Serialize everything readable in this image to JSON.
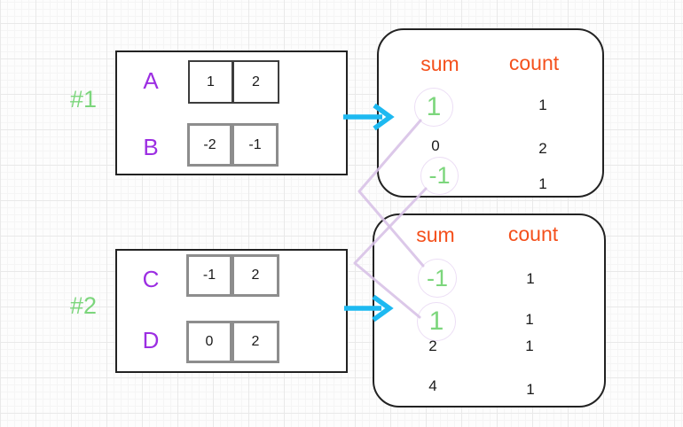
{
  "palette": {
    "green": "#7cd67c",
    "purple": "#9c2ee2",
    "orange": "#f4501c",
    "cyan": "#1db9f1",
    "lavender_line": "#d8c2e7",
    "lavender_ring": "#ecdef5"
  },
  "examples": [
    {
      "tag": "#1",
      "arrays": [
        {
          "name": "A",
          "values": [
            "1",
            "2"
          ]
        },
        {
          "name": "B",
          "values": [
            "-2",
            "-1"
          ]
        }
      ],
      "table": {
        "sum_header": "sum",
        "count_header": "count",
        "rows": [
          {
            "sum": "1",
            "count": "1",
            "highlighted": true
          },
          {
            "sum": "0",
            "count": "2",
            "highlighted": false
          },
          {
            "sum": "-1",
            "count": "1",
            "highlighted": true
          }
        ]
      }
    },
    {
      "tag": "#2",
      "arrays": [
        {
          "name": "C",
          "values": [
            "-1",
            "2"
          ]
        },
        {
          "name": "D",
          "values": [
            "0",
            "2"
          ]
        }
      ],
      "table": {
        "sum_header": "sum",
        "count_header": "count",
        "rows": [
          {
            "sum": "-1",
            "count": "1",
            "highlighted": true
          },
          {
            "sum": "1",
            "count": "1",
            "highlighted": true
          },
          {
            "sum": "2",
            "count": "1",
            "highlighted": false
          },
          {
            "sum": "4",
            "count": "1",
            "highlighted": false
          }
        ]
      }
    }
  ],
  "connections": [
    {
      "from": "example1 sum 1",
      "to": "example2 sum -1"
    },
    {
      "from": "example1 sum -1",
      "to": "example2 sum 1"
    }
  ]
}
